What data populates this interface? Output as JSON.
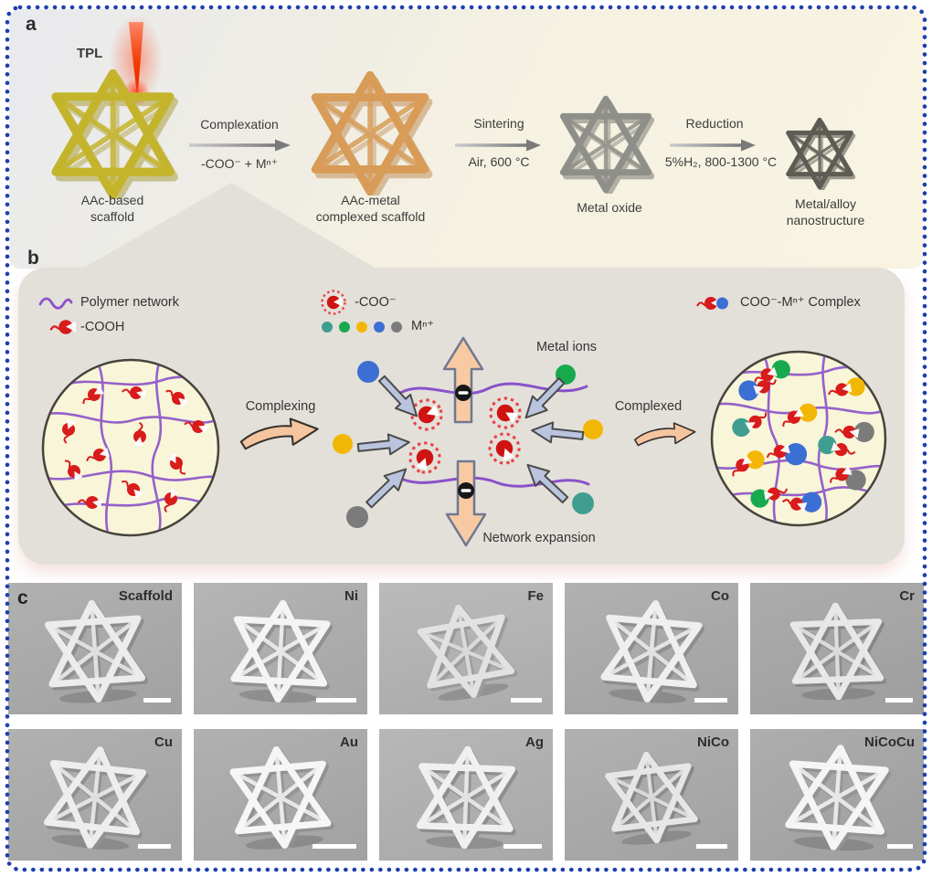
{
  "panel_a": {
    "label": "a",
    "tpl_label": "TPL",
    "arrows": [
      {
        "top": "Complexation",
        "bottom": "-COO⁻ + Mⁿ⁺"
      },
      {
        "top": "Sintering",
        "bottom": "Air, 600 °C"
      },
      {
        "top": "Reduction",
        "bottom": "5%H₂, 800-1300 °C"
      }
    ],
    "captions": [
      [
        "AAc-based",
        "scaffold"
      ],
      [
        "AAc-metal",
        "complexed scaffold"
      ],
      [
        "Metal oxide"
      ],
      [
        "Metal/alloy",
        "nanostructure"
      ]
    ]
  },
  "panel_b": {
    "label": "b",
    "legend": [
      {
        "icon": "polymer-network-icon",
        "label": "Polymer network"
      },
      {
        "icon": "cooh-icon",
        "label": "-COOH"
      },
      {
        "icon": "coo-icon",
        "label": "-COO⁻"
      },
      {
        "icon": "metal-ions-icon",
        "label": "Mⁿ⁺"
      },
      {
        "icon": "complex-icon",
        "label": "COO⁻-Mⁿ⁺ Complex"
      }
    ],
    "annotations": {
      "complexing": "Complexing",
      "metal_ions": "Metal ions",
      "complexed": "Complexed",
      "network_expansion": "Network expansion"
    }
  },
  "panel_c": {
    "label": "c",
    "items": [
      {
        "label": "Scaffold"
      },
      {
        "label": "Ni"
      },
      {
        "label": "Fe"
      },
      {
        "label": "Co"
      },
      {
        "label": "Cr"
      },
      {
        "label": "Cu"
      },
      {
        "label": "Au"
      },
      {
        "label": "Ag"
      },
      {
        "label": "NiCo"
      },
      {
        "label": "NiCoCu"
      }
    ]
  },
  "colors": {
    "border_dots": "#1c3fae",
    "polymer_purple": "#8a52c8",
    "carboxyl_red": "#d81b1b",
    "ion_teal": "#3f9e8f",
    "ion_green": "#17a94e",
    "ion_yellow": "#f2b705",
    "ion_blue": "#3c6fd3",
    "ion_gray": "#7b7b7b",
    "scaffold_yellow": "#c4b42b",
    "scaffold_orange": "#d89c58",
    "metal_oxide_gray": "#8f8f8a",
    "metal_alloy_dark": "#5c5c54",
    "expansion_arrow_peach": "#f8caa4",
    "ion_arrow_blue": "#bac4de"
  }
}
